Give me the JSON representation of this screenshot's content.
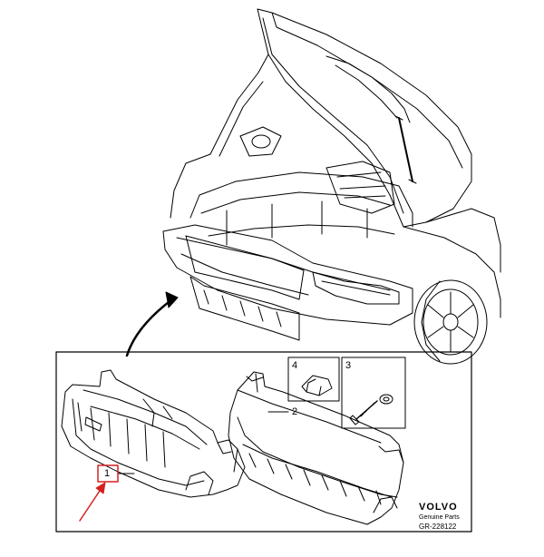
{
  "diagram": {
    "callouts": {
      "part_1": "1",
      "part_2": "2",
      "part_3": "3",
      "part_4": "4"
    },
    "brand": {
      "logo": "VOLVO",
      "subtitle": "Genuine Parts",
      "code": "GR-228122"
    },
    "colors": {
      "line": "#000000",
      "highlight_box": "#d42020",
      "pointer_arrow": "#d42020"
    }
  }
}
